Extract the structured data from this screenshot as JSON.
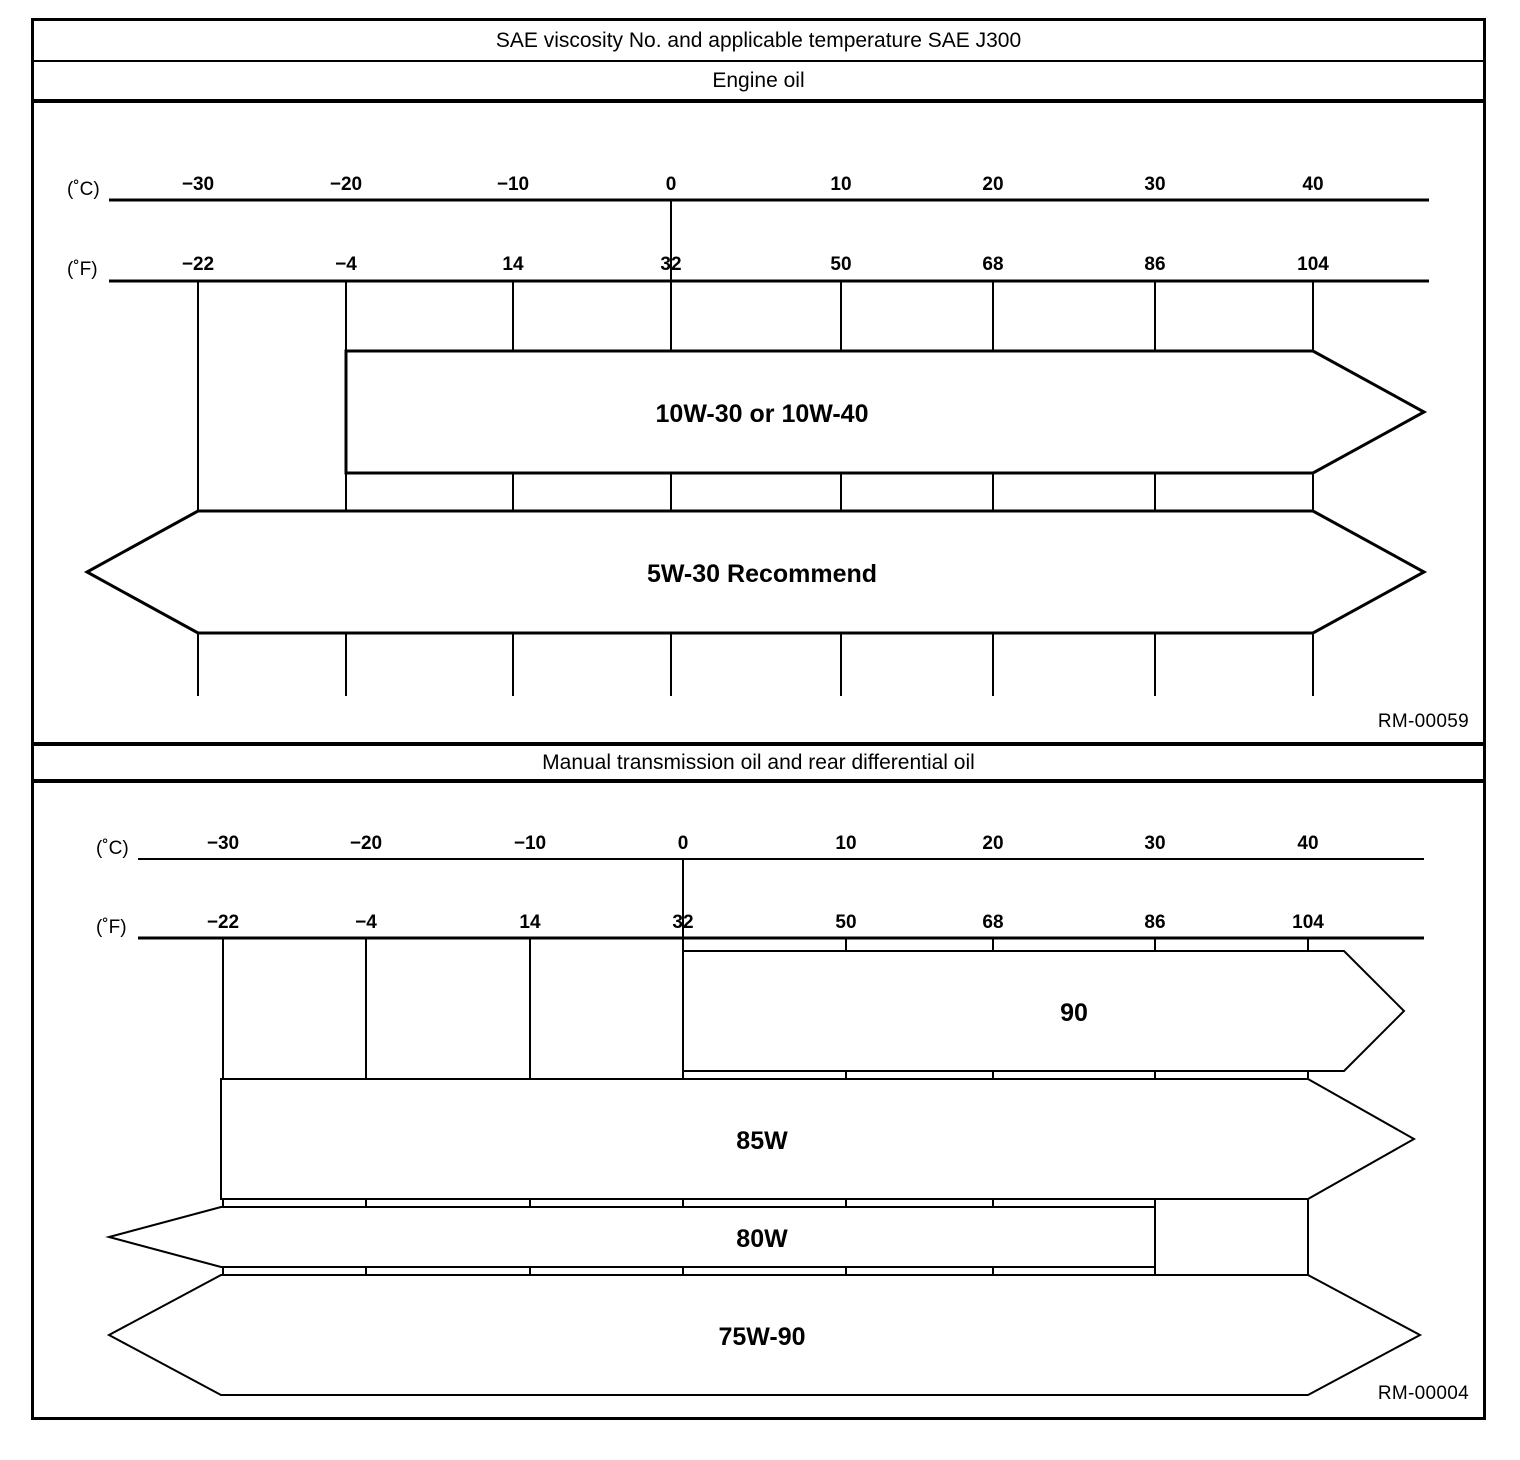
{
  "header": {
    "title": "SAE viscosity No. and applicable temperature SAE J300",
    "section1_title": "Engine oil",
    "section2_title": "Manual transmission oil and rear differential oil"
  },
  "codes": {
    "chart1": "RM-00059",
    "chart2": "RM-00004"
  },
  "axis": {
    "celsius_unit": "(˚C)",
    "fahrenheit_unit": "(˚F)",
    "celsius_ticks": [
      "–30",
      "–20",
      "–10",
      "0",
      "10",
      "20",
      "30",
      "40"
    ],
    "fahrenheit_ticks": [
      "–22",
      "–4",
      "14",
      "32",
      "50",
      "68",
      "86",
      "104"
    ]
  },
  "chart_data": [
    {
      "type": "bar",
      "title": "Engine oil",
      "xlabel": "Temperature",
      "x": [
        -30,
        -20,
        -10,
        0,
        10,
        20,
        30,
        40
      ],
      "xtick_labels_c": [
        "–30",
        "–20",
        "–10",
        "0",
        "10",
        "20",
        "30",
        "40"
      ],
      "xtick_labels_f": [
        "–22",
        "–4",
        "14",
        "32",
        "50",
        "68",
        "86",
        "104"
      ],
      "xlim": [
        -36,
        46
      ],
      "grid": true,
      "legend": "none",
      "series": [
        {
          "name": "10W-30 or 10W-40",
          "start_c": -20,
          "end_c": 43,
          "left_arrow": false,
          "right_arrow": true
        },
        {
          "name": "5W-30 Recommend",
          "start_c": -33,
          "end_c": 46,
          "left_arrow": true,
          "right_arrow": true
        }
      ]
    },
    {
      "type": "bar",
      "title": "Manual transmission oil and rear differential oil",
      "xlabel": "Temperature",
      "x": [
        -30,
        -20,
        -10,
        0,
        10,
        20,
        30,
        40
      ],
      "xtick_labels_c": [
        "–30",
        "–20",
        "–10",
        "0",
        "10",
        "20",
        "30",
        "40"
      ],
      "xtick_labels_f": [
        "–22",
        "–4",
        "14",
        "32",
        "50",
        "68",
        "86",
        "104"
      ],
      "xlim": [
        -36,
        46
      ],
      "grid": true,
      "legend": "none",
      "series": [
        {
          "name": "90",
          "start_c": 0,
          "end_c": 44,
          "left_arrow": false,
          "right_arrow": true
        },
        {
          "name": "85W",
          "start_c": -27,
          "end_c": 43,
          "left_arrow": false,
          "right_arrow": true
        },
        {
          "name": "80W",
          "start_c": -32,
          "end_c": 30,
          "left_arrow": true,
          "right_arrow": false
        },
        {
          "name": "75W-90",
          "start_c": -33,
          "end_c": 45,
          "left_arrow": true,
          "right_arrow": true
        }
      ]
    }
  ]
}
